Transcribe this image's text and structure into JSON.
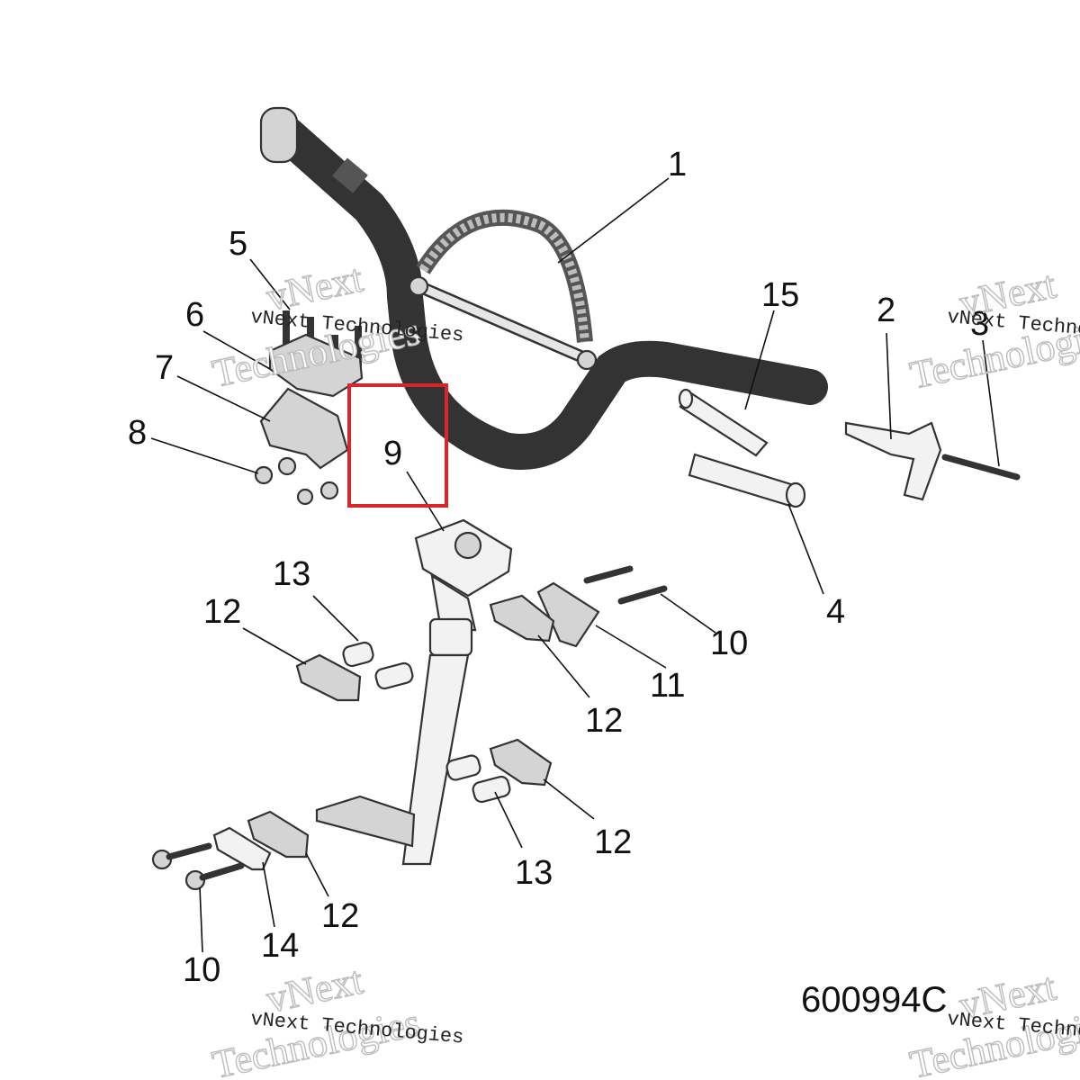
{
  "drawing_code": "600994C",
  "highlight_color": "#d9262b",
  "watermark": {
    "line_mono": "vNext Technologies",
    "line_big_1": "vNext",
    "line_big_2": "Technologies"
  },
  "callouts": {
    "c1": "1",
    "c2": "2",
    "c3": "3",
    "c4": "4",
    "c5": "5",
    "c6": "6",
    "c7": "7",
    "c8": "8",
    "c9": "9",
    "c10a": "10",
    "c10b": "10",
    "c11": "11",
    "c12a": "12",
    "c12b": "12",
    "c12c": "12",
    "c12d": "12",
    "c13a": "13",
    "c13b": "13",
    "c14": "14",
    "c15": "15"
  }
}
